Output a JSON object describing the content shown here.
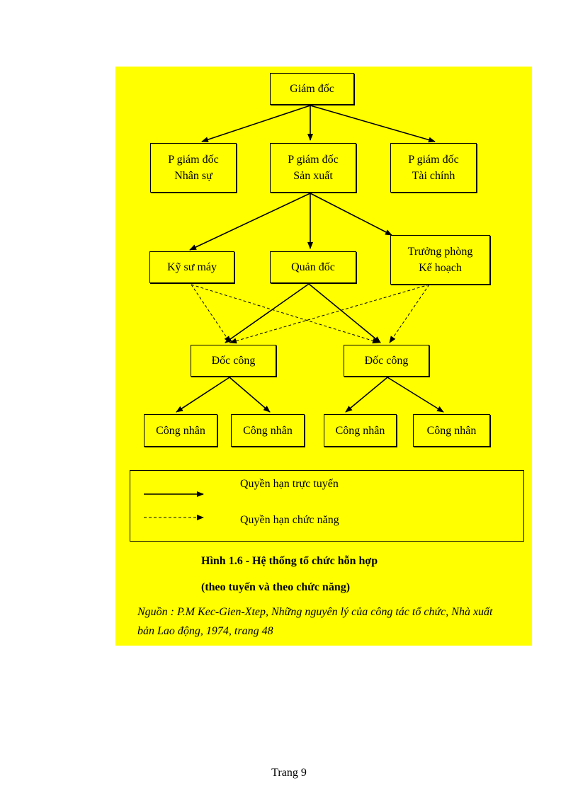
{
  "diagram": {
    "nodes": {
      "director": [
        "Giám đốc"
      ],
      "vp_personnel": [
        "P giám đốc",
        "Nhân sự"
      ],
      "vp_production": [
        "P giám đốc",
        "Sản xuất"
      ],
      "vp_finance": [
        "P giám đốc",
        "Tài chính"
      ],
      "engineer": [
        "Kỹ sư máy"
      ],
      "foreman_manager": [
        "Quản đốc"
      ],
      "planning_head": [
        "Trưởng phòng",
        "Kế hoạch"
      ],
      "supervisor_1": [
        "Đốc công"
      ],
      "supervisor_2": [
        "Đốc công"
      ],
      "worker_1": [
        "Công nhân"
      ],
      "worker_2": [
        "Công nhân"
      ],
      "worker_3": [
        "Công nhân"
      ],
      "worker_4": [
        "Công nhân"
      ]
    }
  },
  "legend": {
    "line_authority": "Quyền hạn trực tuyến",
    "functional_authority": "Quyền hạn chức năng"
  },
  "caption": {
    "title": "Hình 1.6 - Hệ thống tổ chức hỗn hợp",
    "subtitle": "(theo tuyến và theo chức năng)"
  },
  "source": {
    "line1": "Nguồn : P.M Kec-Gien-Xtep, Những nguyên lý của công tác tổ chức, Nhà xuất",
    "line2": "bản Lao động, 1974, trang 48"
  },
  "page_number": "Trang 9"
}
